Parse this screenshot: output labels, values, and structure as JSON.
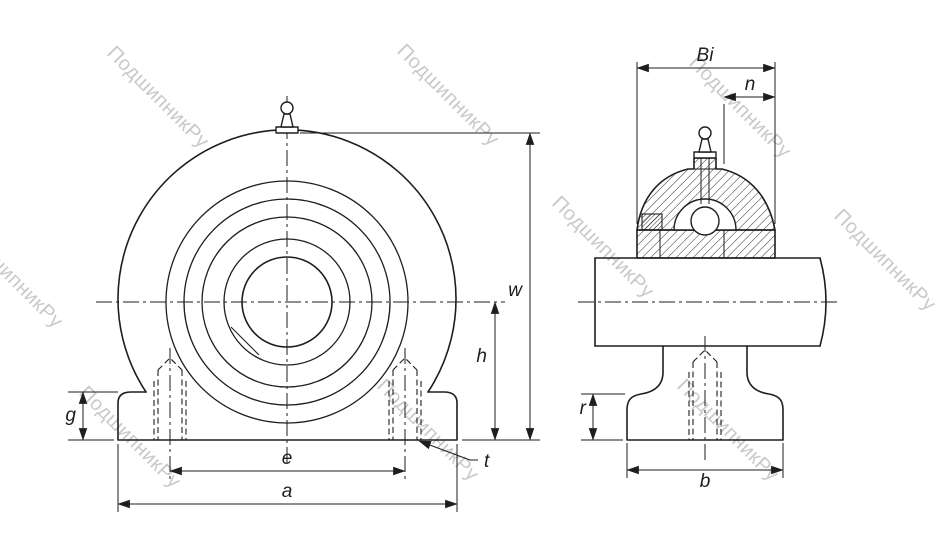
{
  "watermark": {
    "text": "ПодшипникРу",
    "color": "#c9c9c9"
  },
  "labels": {
    "w": "w",
    "h": "h",
    "g": "g",
    "e": "e",
    "a": "a",
    "t": "t",
    "bi": "Bi",
    "n": "n",
    "r": "r",
    "b": "b"
  },
  "colors": {
    "line": "#1e1e1e",
    "background": "#ffffff",
    "watermark": "#c9c9c9"
  }
}
